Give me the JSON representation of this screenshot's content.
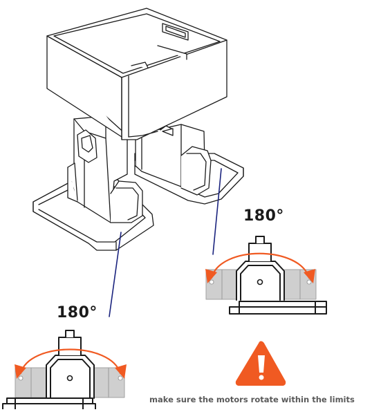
{
  "diagram": {
    "right_angle_label": "180°",
    "left_angle_label": "180°",
    "warning_text": "make sure the motors rotate within the limits"
  },
  "colors": {
    "outline": "#1a1a1a",
    "arrow": "#f05a22",
    "motor_fill": "#cfcfcf",
    "leader_line": "#1a237e",
    "warning": "#f05a22"
  },
  "icons": [
    "warning-triangle-icon",
    "rotation-arrow-icon"
  ]
}
